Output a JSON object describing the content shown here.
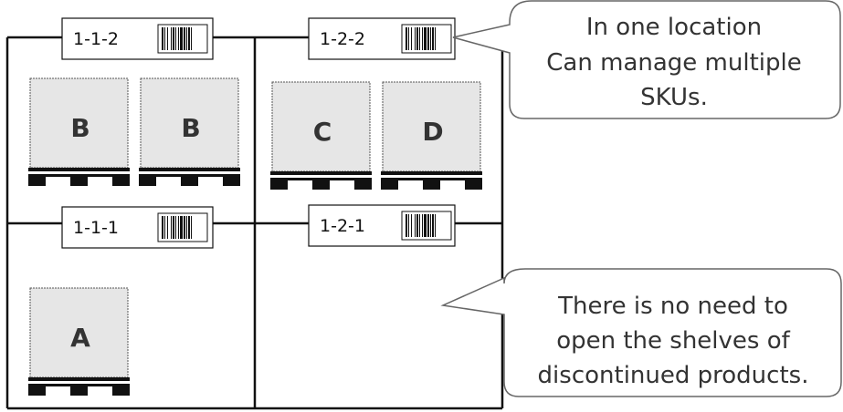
{
  "locations": [
    {
      "id": "1-1-2"
    },
    {
      "id": "1-2-2"
    },
    {
      "id": "1-1-1"
    },
    {
      "id": "1-2-1"
    }
  ],
  "pallets": [
    {
      "sku": "B"
    },
    {
      "sku": "B"
    },
    {
      "sku": "C"
    },
    {
      "sku": "D"
    },
    {
      "sku": "A"
    }
  ],
  "callouts": {
    "top": [
      "In one location",
      "Can manage multiple",
      "SKUs."
    ],
    "bottom": [
      "There is no need to",
      "open the shelves of",
      "discontinued products."
    ]
  },
  "colors": {
    "line": "#111111",
    "box_fill": "#e6e6e6",
    "box_border": "#555555",
    "pallet": "#111111",
    "callout_border": "#666666",
    "text": "#333333"
  }
}
